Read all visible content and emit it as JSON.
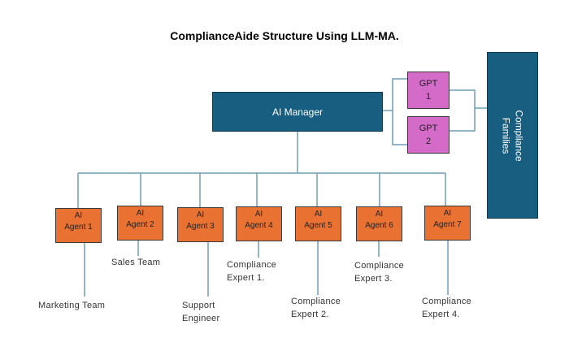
{
  "title": "ComplianceAide Structure Using LLM-MA.",
  "manager": {
    "label": "AI Manager"
  },
  "gpts": [
    {
      "line1": "GPT",
      "line2": "1"
    },
    {
      "line1": "GPT",
      "line2": "2"
    }
  ],
  "families": {
    "label": "Compliance\nFamilies"
  },
  "agents": [
    {
      "line1": "AI",
      "line2": "Agent 1",
      "role": "Marketing Team"
    },
    {
      "line1": "AI",
      "line2": "Agent 2",
      "role": "Sales Team"
    },
    {
      "line1": "AI",
      "line2": "Agent 3",
      "role": "Support\nEngineer"
    },
    {
      "line1": "AI",
      "line2": "Agent 4",
      "role": "Compliance\nExpert 1."
    },
    {
      "line1": "AI",
      "line2": "Agent 5",
      "role": "Compliance\nExpert 2."
    },
    {
      "line1": "AI",
      "line2": "Agent 6",
      "role": "Compliance\nExpert 3."
    },
    {
      "line1": "AI",
      "line2": "Agent 7",
      "role": "Compliance\nExpert 4."
    }
  ],
  "colors": {
    "manager": "#175e80",
    "gpt": "#d46bc9",
    "agent": "#e97132",
    "connector": "#6f9db5"
  }
}
